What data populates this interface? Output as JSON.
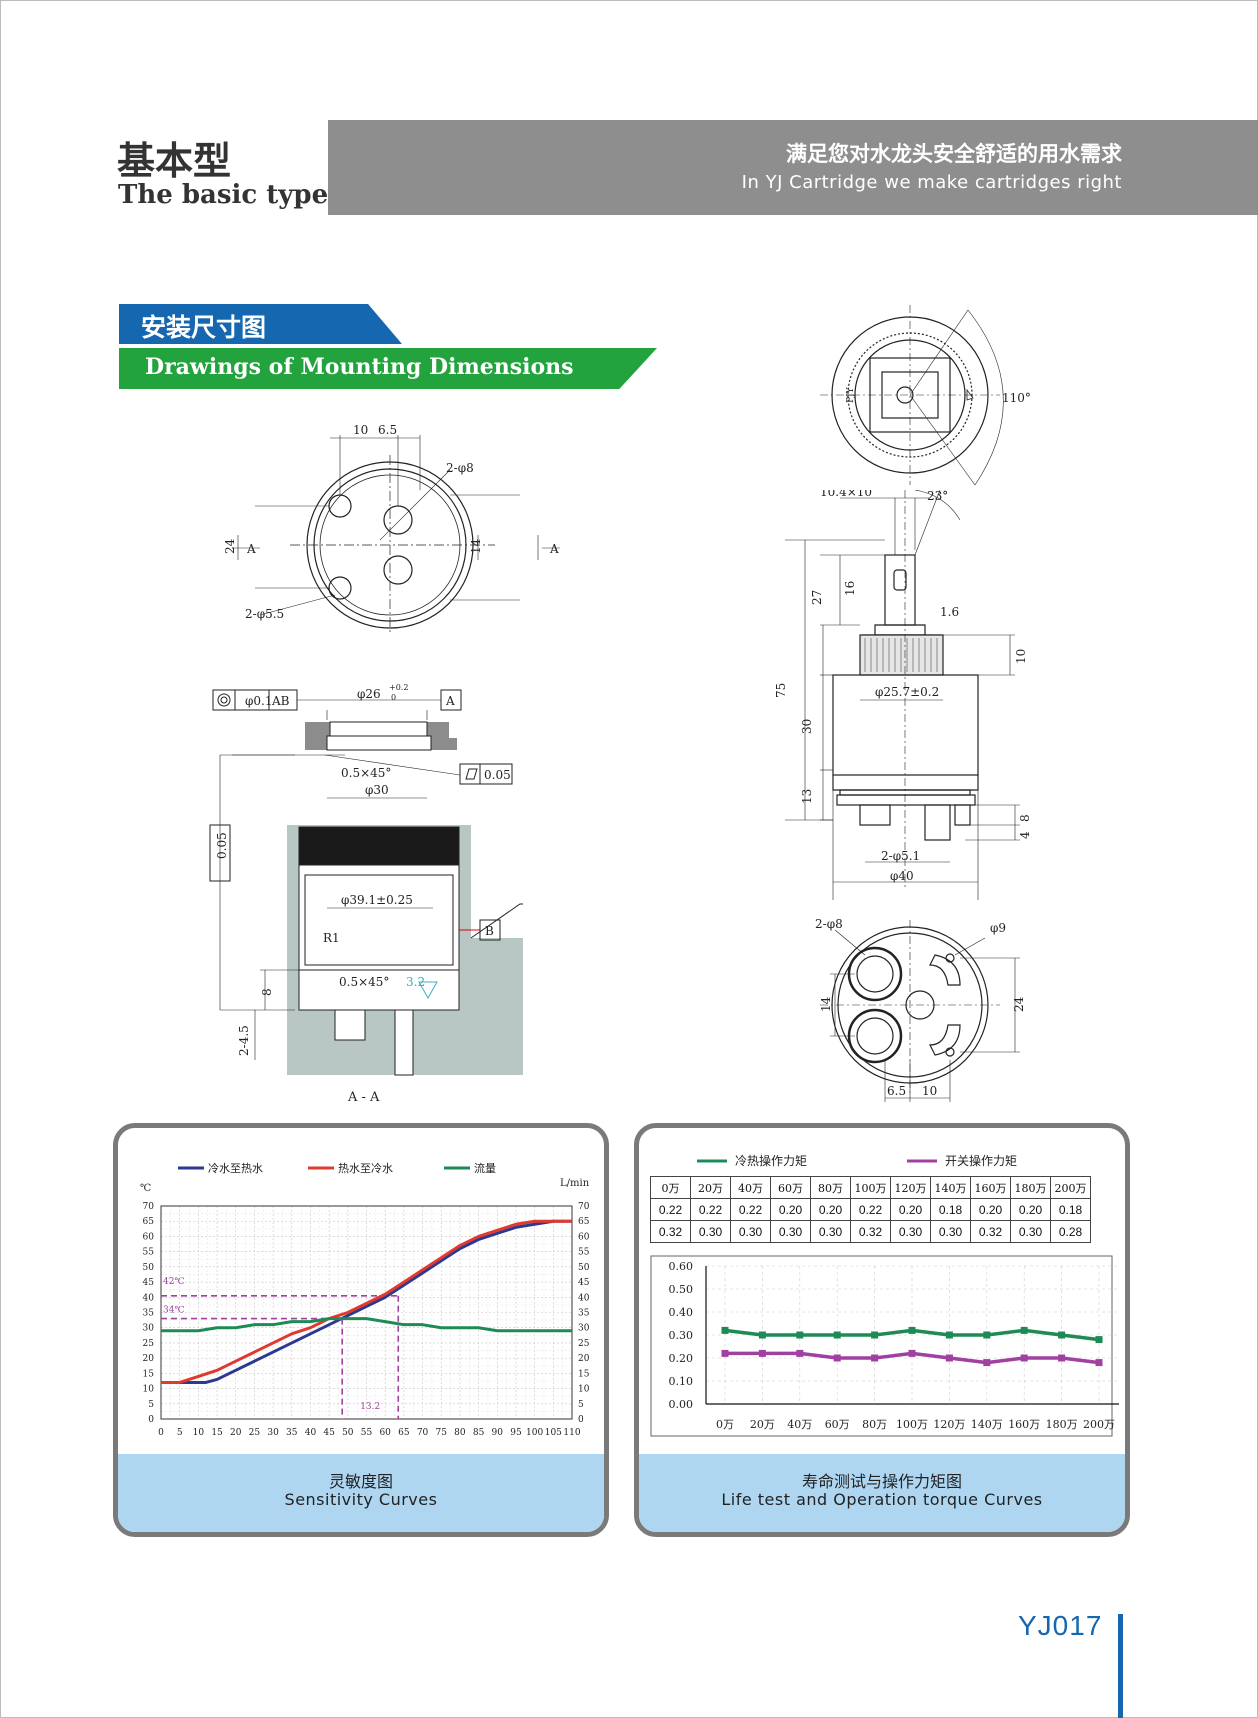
{
  "header": {
    "title_cn": "基本型",
    "title_en": "The basic type",
    "slogan_cn": "满足您对水龙头安全舒适的用水需求",
    "slogan_en": "In YJ Cartridge we make cartridges right"
  },
  "section": {
    "title_cn": "安装尺寸图",
    "title_en": "Drawings of Mounting Dimensions"
  },
  "drawing_labels": {
    "top_left": [
      "10",
      "6.5",
      "2-φ8",
      "24",
      "14",
      "A",
      "A",
      "2-φ5.5"
    ],
    "tolerance": [
      "φ0.1",
      "AB",
      "φ26",
      "+0.2",
      "0",
      "A",
      "0.5×45°",
      "0.05",
      "φ30",
      "0.05"
    ],
    "section_view": [
      "φ39.1±0.25",
      "R1",
      "B",
      "0.5×45°",
      "3.2",
      "8",
      "2-4.5",
      "A - A"
    ],
    "top_right": [
      "110°",
      "PJY"
    ],
    "side_view": [
      "23°",
      "10.4×10",
      "16",
      "27",
      "1.6",
      "10",
      "75",
      "φ25.7±0.2",
      "30",
      "13",
      "8",
      "4",
      "2-φ5.1",
      "φ40"
    ],
    "bottom_view": [
      "2-φ8",
      "φ9",
      "14",
      "24",
      "6.5",
      "10"
    ]
  },
  "sensitivity_panel": {
    "caption_cn": "灵敏度图",
    "caption_en": "Sensitivity Curves"
  },
  "life_panel": {
    "caption_cn": "寿命测试与操作力矩图",
    "caption_en": "Life test and Operation torque Curves",
    "table": {
      "header": [
        "0万",
        "20万",
        "40万",
        "60万",
        "80万",
        "100万",
        "120万",
        "140万",
        "160万",
        "180万",
        "200万"
      ],
      "row1": [
        "0.22",
        "0.22",
        "0.22",
        "0.20",
        "0.20",
        "0.22",
        "0.20",
        "0.18",
        "0.20",
        "0.20",
        "0.18"
      ],
      "row2": [
        "0.32",
        "0.30",
        "0.30",
        "0.30",
        "0.30",
        "0.32",
        "0.30",
        "0.30",
        "0.32",
        "0.30",
        "0.28"
      ]
    }
  },
  "chart_data": [
    {
      "type": "line",
      "title": "",
      "xlabel": "",
      "ylabel": "℃",
      "y2label": "L/min",
      "x_ticks": [
        0,
        5,
        10,
        15,
        20,
        25,
        30,
        35,
        40,
        45,
        50,
        55,
        60,
        65,
        70,
        75,
        80,
        85,
        90,
        95,
        100,
        105,
        110
      ],
      "y_ticks": [
        0,
        5,
        10,
        15,
        20,
        25,
        30,
        35,
        40,
        45,
        50,
        55,
        60,
        65,
        70
      ],
      "xlim": [
        0,
        110
      ],
      "ylim": [
        0,
        70
      ],
      "grid": true,
      "legend_position": "top",
      "series": [
        {
          "name": "冷水至热水",
          "color": "#2b3990",
          "x": [
            0,
            5,
            10,
            12,
            15,
            20,
            25,
            30,
            35,
            40,
            45,
            50,
            55,
            60,
            65,
            70,
            75,
            80,
            85,
            90,
            95,
            100,
            105,
            110
          ],
          "y": [
            12,
            12,
            12,
            12,
            13,
            16,
            19,
            22,
            25,
            28,
            31,
            34,
            37,
            40,
            44,
            48,
            52,
            56,
            59,
            61,
            63,
            64,
            65,
            65
          ]
        },
        {
          "name": "热水至冷水",
          "color": "#e03a2f",
          "x": [
            0,
            5,
            10,
            15,
            20,
            25,
            30,
            35,
            40,
            45,
            50,
            55,
            60,
            65,
            70,
            75,
            80,
            85,
            90,
            95,
            100,
            105,
            110
          ],
          "y": [
            12,
            12,
            14,
            16,
            19,
            22,
            25,
            28,
            30,
            33,
            35,
            38,
            41,
            45,
            49,
            53,
            57,
            60,
            62,
            64,
            65,
            65,
            65
          ]
        },
        {
          "name": "流量",
          "color": "#1e8b57",
          "x": [
            0,
            5,
            10,
            15,
            20,
            25,
            30,
            35,
            40,
            45,
            50,
            55,
            60,
            65,
            70,
            75,
            80,
            85,
            90,
            95,
            100,
            105,
            110
          ],
          "y": [
            29,
            29,
            29,
            30,
            30,
            31,
            31,
            32,
            32,
            33,
            33,
            33,
            32,
            31,
            31,
            30,
            30,
            30,
            29,
            29,
            29,
            29,
            29
          ]
        }
      ],
      "annotations": {
        "temp_high_label": "42℃",
        "temp_high": 40.5,
        "temp_low_label": "34℃",
        "temp_low": 33,
        "x_left": 48.5,
        "x_right": 63.5,
        "span_label": "13.2"
      },
      "annotation_color": "#a040a0"
    },
    {
      "type": "line",
      "title": "",
      "categories": [
        "0万",
        "20万",
        "40万",
        "60万",
        "80万",
        "100万",
        "120万",
        "140万",
        "160万",
        "180万",
        "200万"
      ],
      "y_ticks": [
        "0.00",
        "0.10",
        "0.20",
        "0.30",
        "0.40",
        "0.50",
        "0.60"
      ],
      "ylim": [
        0,
        0.6
      ],
      "grid": true,
      "legend_position": "top",
      "series": [
        {
          "name": "冷热操作力矩",
          "color": "#1e8b57",
          "values": [
            0.32,
            0.3,
            0.3,
            0.3,
            0.3,
            0.32,
            0.3,
            0.3,
            0.32,
            0.3,
            0.28
          ]
        },
        {
          "name": "开关操作力矩",
          "color": "#a040a0",
          "values": [
            0.22,
            0.22,
            0.22,
            0.2,
            0.2,
            0.22,
            0.2,
            0.18,
            0.2,
            0.2,
            0.18
          ]
        }
      ]
    }
  ],
  "footer": {
    "model": "YJ017"
  }
}
